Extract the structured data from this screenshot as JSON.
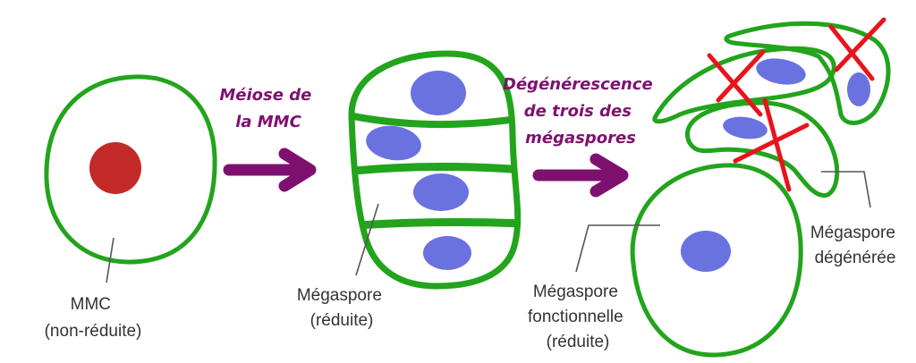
{
  "colors": {
    "membrane": "#22a41c",
    "nucleus_unreduced": "#c22a28",
    "nucleus": "#6a72e0",
    "arrow": "#7e116f",
    "cross": "#e8141c",
    "leader": "#555555",
    "text": "#333333"
  },
  "steps": {
    "meiosis": [
      "Méiose de",
      "la MMC"
    ],
    "degeneration": [
      "Dégénérescence",
      "de trois des",
      "mégaspores"
    ]
  },
  "labels": {
    "mmc": [
      "MMC",
      "(non-réduite)"
    ],
    "megaspore_reduced": [
      "Mégaspore",
      "(réduite)"
    ],
    "megaspore_functional": [
      "Mégaspore",
      "fonctionnelle",
      "(réduite)"
    ],
    "megaspore_degenerated": [
      "Mégaspore",
      "dégénérée"
    ]
  }
}
